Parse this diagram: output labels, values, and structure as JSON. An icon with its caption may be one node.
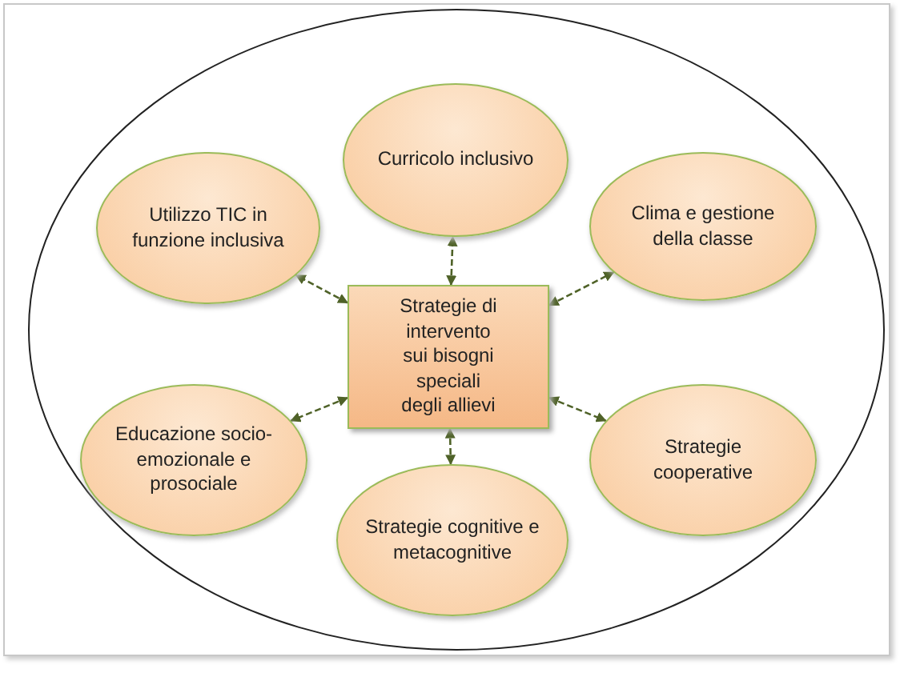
{
  "diagram": {
    "nodes": [
      {
        "text": [
          "Curricolo inclusivo"
        ]
      },
      {
        "text": [
          "Utilizzo TIC in funzione inclusiva"
        ]
      },
      {
        "text": [
          "Clima e gestione della classe"
        ]
      },
      {
        "text": [
          "Strategie di intervento sui bisogni speciali degli allievi"
        ]
      },
      {
        "text": [
          "Educazione socio-emozionale e prosociale"
        ]
      },
      {
        "text": [
          "Strategie cooperative"
        ]
      },
      {
        "text": [
          "Strategie cognitive e metacognitive"
        ]
      }
    ],
    "edges": [
      {
        "from": 3,
        "to": 0,
        "arrow": "both",
        "style": "dashed"
      },
      {
        "from": 3,
        "to": 1,
        "arrow": "both",
        "style": "dashed"
      },
      {
        "from": 3,
        "to": 2,
        "arrow": "both",
        "style": "dashed"
      },
      {
        "from": 3,
        "to": 4,
        "arrow": "both",
        "style": "dashed"
      },
      {
        "from": 3,
        "to": 5,
        "arrow": "both",
        "style": "dashed"
      },
      {
        "from": 3,
        "to": 6,
        "arrow": "both",
        "style": "dashed"
      }
    ]
  }
}
